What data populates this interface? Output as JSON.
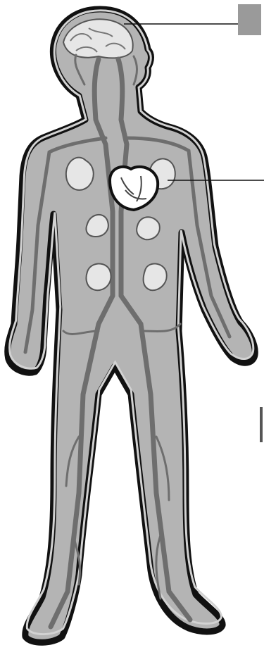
{
  "diagram": {
    "parts": [
      {
        "id": "brain",
        "label": ""
      },
      {
        "id": "heart",
        "label": ""
      },
      {
        "id": "lungs",
        "label": ""
      },
      {
        "id": "kidneys",
        "label": ""
      },
      {
        "id": "blood-vessels",
        "label": ""
      }
    ],
    "label_boxes": [
      "",
      "",
      ""
    ]
  },
  "colors": {
    "outline": "#111111",
    "body_fill": "#b4b4b4",
    "body_inner_edge": "#d2d2d2",
    "vessel": "#6e6e6e",
    "organ_fill": "#e6e6e6",
    "heart_fill": "#ffffff",
    "label_box": "#9a9a9a"
  }
}
